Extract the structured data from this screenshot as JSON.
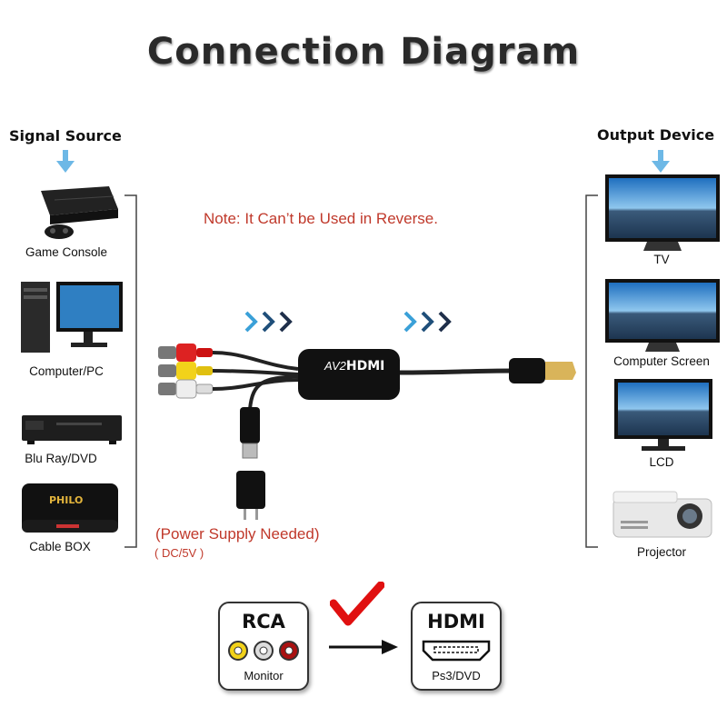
{
  "title": "Connection Diagram",
  "left": {
    "heading": "Signal Source",
    "devices": [
      {
        "label": "Game Console",
        "icon": "game-console-icon"
      },
      {
        "label": "Computer/PC",
        "icon": "computer-icon"
      },
      {
        "label": "Blu Ray/DVD",
        "icon": "bluray-player-icon"
      },
      {
        "label": "Cable BOX",
        "icon": "cable-box-icon"
      }
    ]
  },
  "right": {
    "heading": "Output Device",
    "devices": [
      {
        "label": "TV",
        "icon": "tv-icon"
      },
      {
        "label": "Computer Screen",
        "icon": "monitor-icon"
      },
      {
        "label": "LCD",
        "icon": "lcd-icon"
      },
      {
        "label": "Projector",
        "icon": "projector-icon"
      }
    ]
  },
  "note": "Note: It Can’t be Used in Reverse.",
  "adapter_label_left": "AV2",
  "adapter_label_right": "HDMI",
  "power": {
    "line1": "(Power Supply Needed)",
    "line2": "( DC/5V )"
  },
  "cabinet_box": "PHILO",
  "bottom": {
    "left_box": {
      "title": "RCA",
      "sub": "Monitor"
    },
    "right_box": {
      "title": "HDMI",
      "sub": "Ps3/DVD"
    }
  },
  "colors": {
    "accent_red": "#c0392b",
    "arrow_blue": "#3aa0d8",
    "check_red": "#e01010"
  }
}
